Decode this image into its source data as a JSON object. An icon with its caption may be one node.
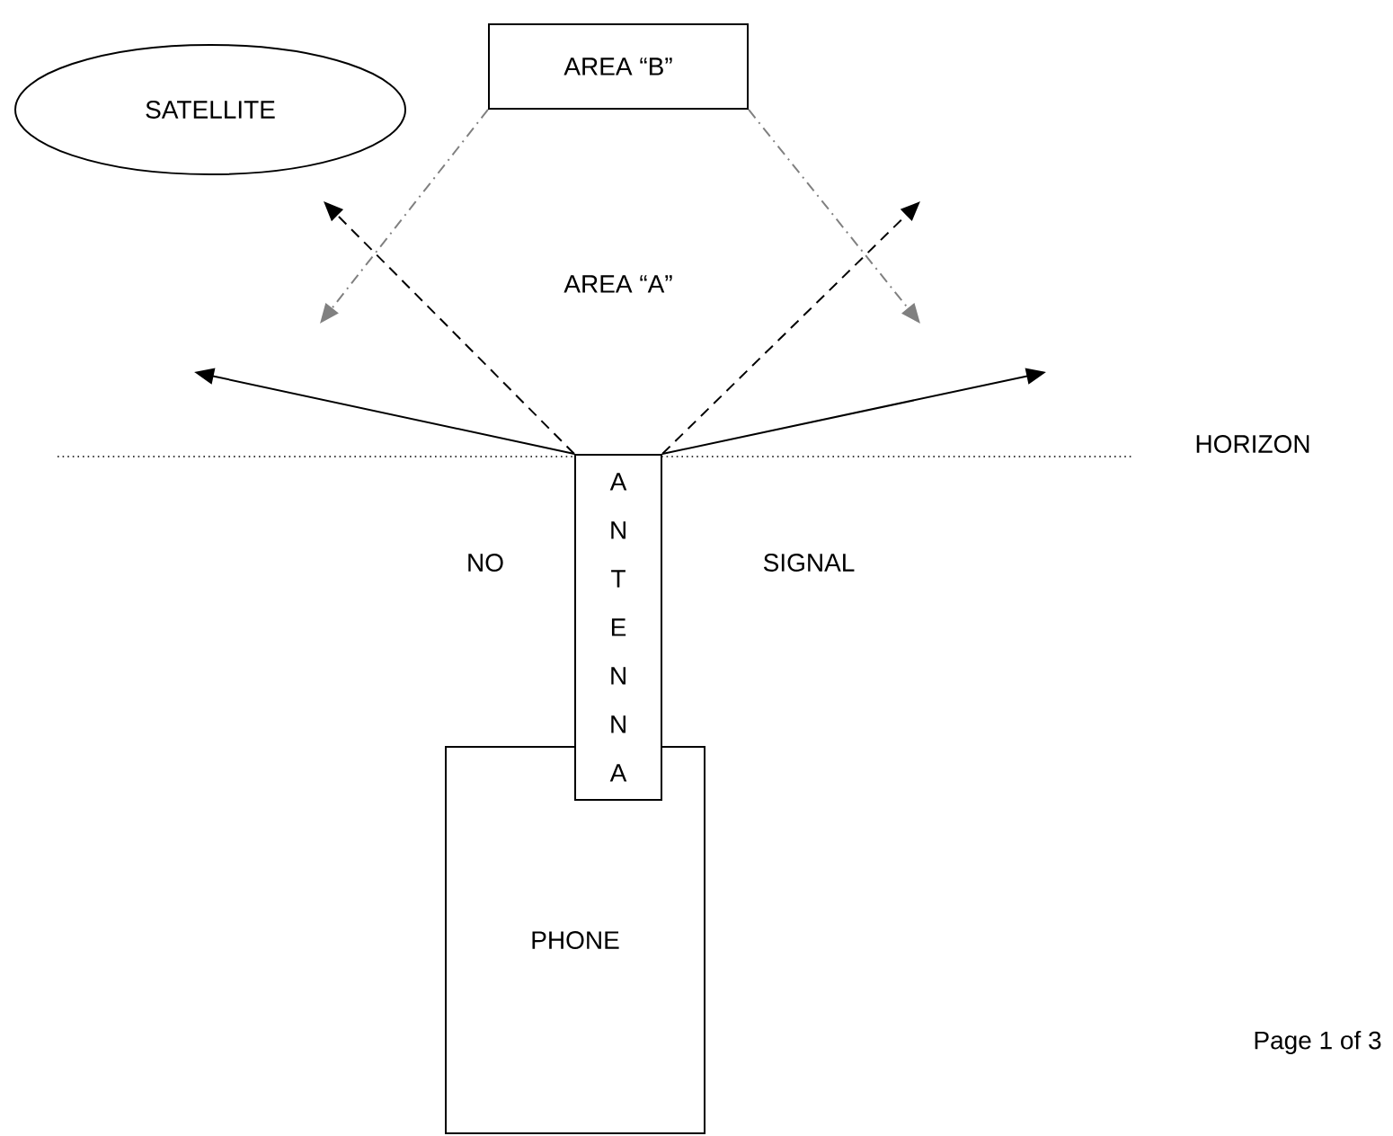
{
  "diagram": {
    "nodes": [
      {
        "text": [
          "SATELLITE"
        ]
      },
      {
        "text": [
          "AREA “B”"
        ]
      },
      {
        "text": [
          "A N T E N N A"
        ]
      },
      {
        "text": [
          "PHONE"
        ]
      }
    ],
    "edges": [
      {
        "from": 2,
        "to": null,
        "arrow": "to"
      },
      {
        "from": 2,
        "to": null,
        "arrow": "to",
        "style": "dashed"
      },
      {
        "from": 2,
        "to": null,
        "arrow": "to",
        "style": "dashed"
      },
      {
        "from": 2,
        "to": null,
        "arrow": "to"
      },
      {
        "from": 1,
        "to": null,
        "arrow": "to",
        "style": "dashed",
        "color": "#808080"
      },
      {
        "from": 1,
        "to": null,
        "arrow": "to",
        "style": "dashed",
        "color": "#808080"
      }
    ],
    "labels": [
      "AREA “A”",
      "HORIZON",
      "NO",
      "SIGNAL",
      "Page 1 of  3"
    ]
  }
}
